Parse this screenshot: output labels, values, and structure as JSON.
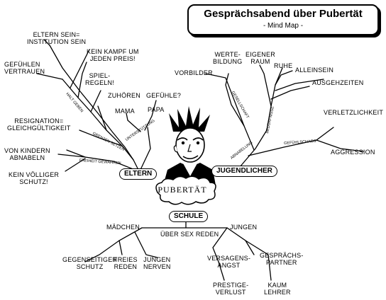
{
  "header": {
    "title": "Gesprächsabend über Pubertät",
    "subtitle": "- Mind Map -"
  },
  "center": {
    "label": "PUBERTÄT"
  },
  "branches": {
    "eltern": {
      "label": "ELTERN",
      "items": {
        "eltern_sein": "ELTERN SEIN=\nINSTITUTION SEIN",
        "kein_kampf": "KEIN KAMPF UM\nJEDEN PREIS!",
        "gefuehlen_vertrauen": "GEFÜHLEN\nVERTRAUEN",
        "spielregeln": "SPIEL-\nREGELN!",
        "zuhoeren": "ZUHÖREN",
        "gefuehle": "GEFÜHLE?",
        "mama": "MAMA",
        "papa": "PAPA",
        "resignation": "RESIGNATION=\nGLEICHGÜLTIGKEIT",
        "abnabeln": "VON KINDERN\nABNABELN",
        "kein_schutz": "KEIN VÖLLIGER\nSCHUTZ!"
      },
      "edge_labels": {
        "halt": "HALT GEBEN",
        "grenzen": "GRENZEN SETZEN",
        "unterstuetzung": "UNTERSTÜTZUNG",
        "freiheit": "FREIHEIT GEWÄHREN"
      }
    },
    "jugendlicher": {
      "label": "JUGENDLICHER",
      "items": {
        "vorbilder": "VORBILDER",
        "werte": "WERTE-\nBILDUNG",
        "eigener_raum": "EIGENER\nRAUM",
        "ruhe": "RUHE",
        "alleinsein": "ALLEINSEIN",
        "ausgehzeiten": "AUSGEHZEITEN",
        "verletzlichkeit": "VERLETZLICHKEIT",
        "aggression": "AGGRESSION"
      },
      "edge_labels": {
        "gesellschaft": "GESELLSCHAFT",
        "beduerfnisse": "BEDÜRFNISSE",
        "abnabelung": "ABNABELUNG",
        "gefuehlschaos": "GEFÜHLSCHAOS"
      }
    },
    "schule": {
      "label": "SCHULE",
      "items": {
        "maedchen": "MÄDCHEN",
        "jungen": "JUNGEN",
        "gegenseitiger_schutz": "GEGENSEITIGER\nSCHUTZ",
        "freies_reden": "FREIES\nREDEN",
        "jungen_nerven": "JUNGEN\nNERVEN",
        "versagensangst": "VERSAGENS-\nANGST",
        "gespraechspartner": "GESPRÄCHS-\nPARTNER",
        "prestigeverlust": "PRESTIGE-\nVERLUST",
        "kaum_lehrer": "KAUM\nLEHRER"
      },
      "edge_labels": {
        "ueber_sex": "ÜBER SEX REDEN"
      }
    }
  }
}
